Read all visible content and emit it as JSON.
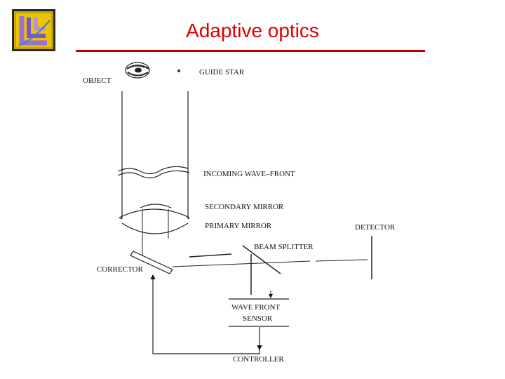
{
  "slide": {
    "title": "Adaptive optics",
    "accent_color": "#d90000",
    "logo_icon": "llnl-logo"
  },
  "diagram": {
    "labels": {
      "object": "OBJECT",
      "guide_star": "GUIDE STAR",
      "incoming_wavefront": "INCOMING WAVE–FRONT",
      "secondary_mirror": "SECONDARY MIRROR",
      "primary_mirror": "PRIMARY MIRROR",
      "detector": "DETECTOR",
      "beam_splitter": "BEAM SPLITTER",
      "corrector": "CORRECTOR",
      "wavefront_sensor_line1": "WAVE  FRONT",
      "wavefront_sensor_line2": "SENSOR",
      "controller": "CONTROLLER"
    }
  }
}
